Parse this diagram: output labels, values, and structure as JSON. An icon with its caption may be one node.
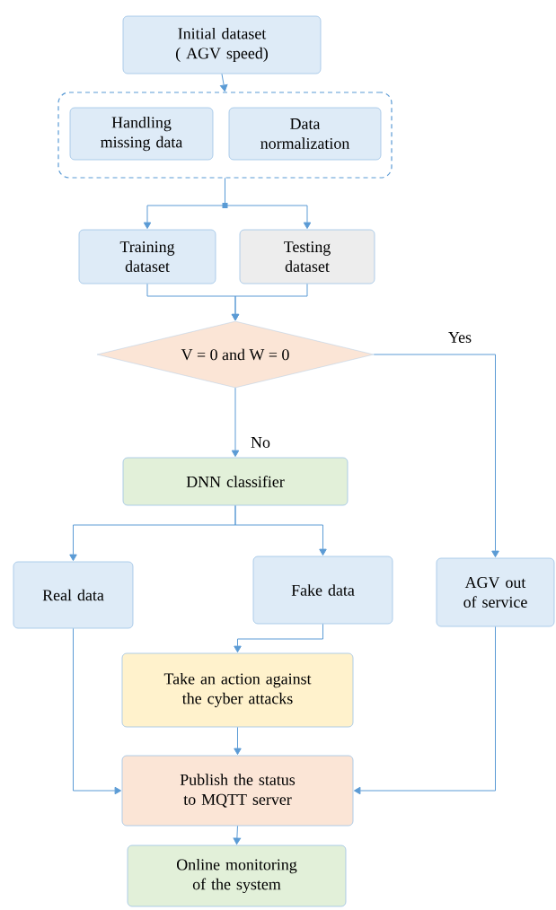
{
  "diagram": {
    "nodes": [
      {
        "text": [
          "Initial dataset ( AGV speed)"
        ]
      },
      {
        "text": [],
        "shape": "box"
      },
      {
        "text": [
          "Handling missing data"
        ],
        "in": 1
      },
      {
        "text": [
          "Data normalization"
        ],
        "in": 1
      },
      {
        "text": [
          "Training dataset"
        ]
      },
      {
        "text": [
          "Testing dataset"
        ]
      },
      {
        "text": [
          "V = 0 and W = 0"
        ]
      },
      {
        "text": [
          "DNN classifier"
        ]
      },
      {
        "text": [
          "Real data"
        ]
      },
      {
        "text": [
          "Fake data"
        ]
      },
      {
        "text": [
          "AGV out of service"
        ]
      },
      {
        "text": [
          "Take an action against the cyber attacks"
        ]
      },
      {
        "text": [
          "Publish the status to MQTT server"
        ]
      },
      {
        "text": [
          "Online monitoring of the system"
        ]
      }
    ],
    "edges": [
      {
        "from": 0,
        "to": 1,
        "arrow": "to"
      },
      {
        "from": 1,
        "to": 4,
        "arrow": "to"
      },
      {
        "from": 1,
        "to": 5,
        "arrow": "to"
      },
      {
        "from": 4,
        "to": 6,
        "arrow": "to"
      },
      {
        "from": 5,
        "to": 6,
        "arrow": "to"
      },
      {
        "from": 6,
        "to": 10,
        "arrow": "to",
        "label": "Yes"
      },
      {
        "from": 6,
        "to": 7,
        "arrow": "to",
        "label": "No"
      },
      {
        "from": 7,
        "to": 8,
        "arrow": "to"
      },
      {
        "from": 7,
        "to": 9,
        "arrow": "to"
      },
      {
        "from": 9,
        "to": 11,
        "arrow": "to"
      },
      {
        "from": 11,
        "to": 12,
        "arrow": "to"
      },
      {
        "from": 8,
        "to": 12,
        "arrow": "to"
      },
      {
        "from": 10,
        "to": 12,
        "arrow": "to"
      },
      {
        "from": 12,
        "to": 13,
        "arrow": "to"
      }
    ]
  }
}
